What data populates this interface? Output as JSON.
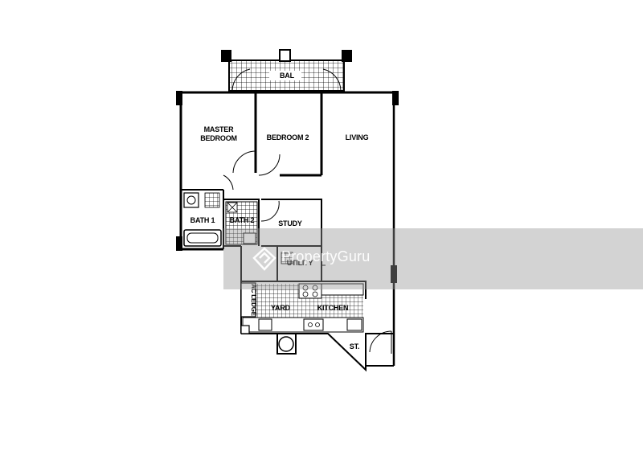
{
  "rooms": {
    "balcony": "BAL",
    "master_bedroom_line1": "MASTER",
    "master_bedroom_line2": "BEDROOM",
    "bedroom2": "BEDROOM 2",
    "living": "LIVING",
    "bath1": "BATH 1",
    "bath2": "BATH 2",
    "study": "STUDY",
    "utility": "UTILITY",
    "yard": "YARD",
    "kitchen": "KITCHEN",
    "store": "ST.",
    "ac_ledge": "AC LEDGE"
  },
  "watermark": {
    "brand": "PropertyGuru"
  }
}
